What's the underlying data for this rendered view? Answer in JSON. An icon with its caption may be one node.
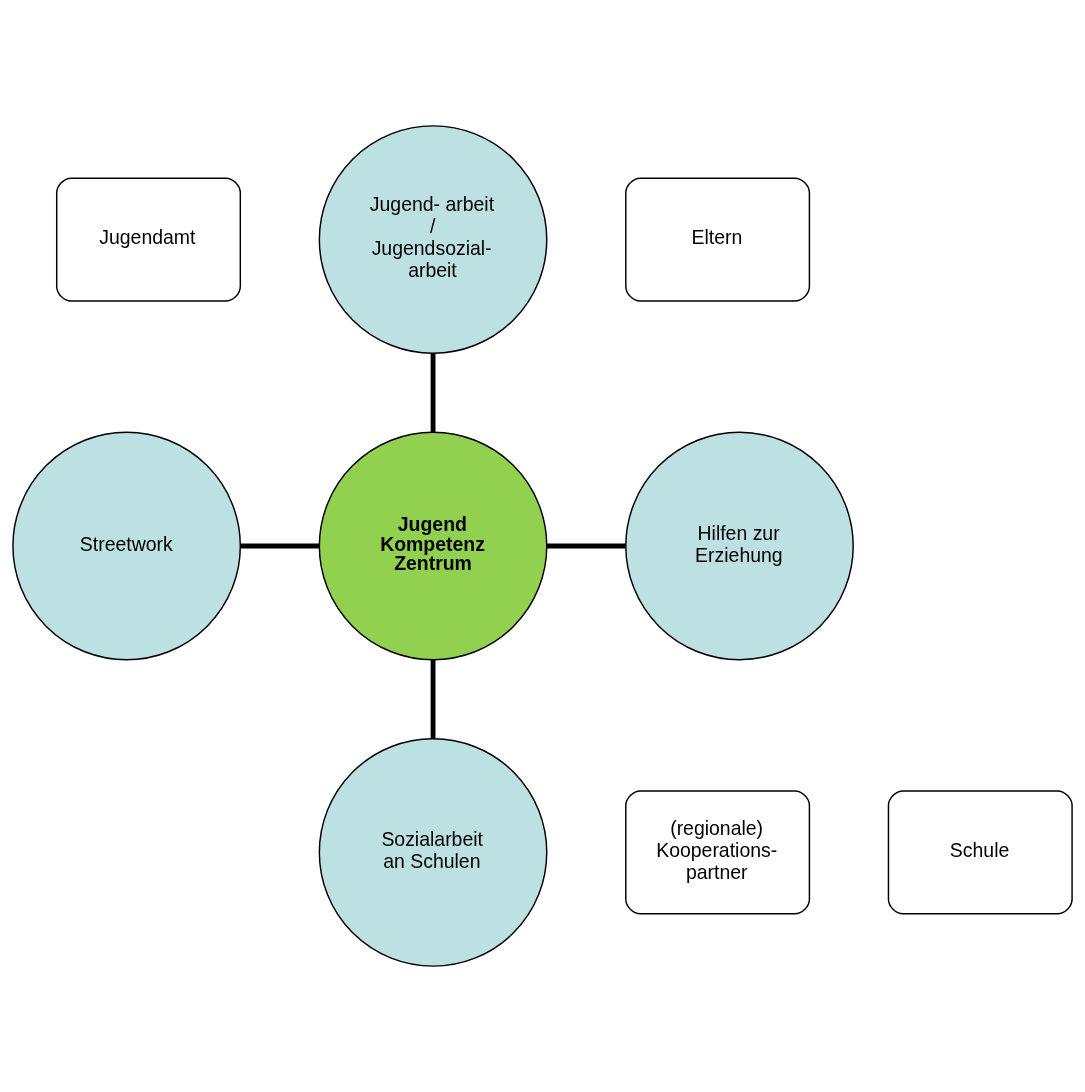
{
  "diagram": {
    "nodes": [
      {
        "text": [
          "Jugend- arbeit / Jugendsozial- arbeit"
        ]
      },
      {
        "text": [
          "Jugendamt"
        ]
      },
      {
        "text": [
          "Eltern"
        ]
      },
      {
        "text": [
          "Streetwork"
        ]
      },
      {
        "text": [
          "Jugend Kompetenz Zentrum"
        ]
      },
      {
        "text": [
          "Hilfen zur Erziehung"
        ]
      },
      {
        "text": [
          "(regionale) Kooperations- partner"
        ]
      },
      {
        "text": [
          "Schule"
        ]
      },
      {
        "text": [
          "Sozialarbeit an Schulen"
        ]
      }
    ],
    "edges": [
      {
        "from": 0,
        "to": 4,
        "arrow": "none"
      },
      {
        "from": 3,
        "to": 4,
        "arrow": "none"
      },
      {
        "from": 4,
        "to": 5,
        "arrow": "none"
      },
      {
        "from": 4,
        "to": 8,
        "arrow": "none"
      }
    ]
  }
}
